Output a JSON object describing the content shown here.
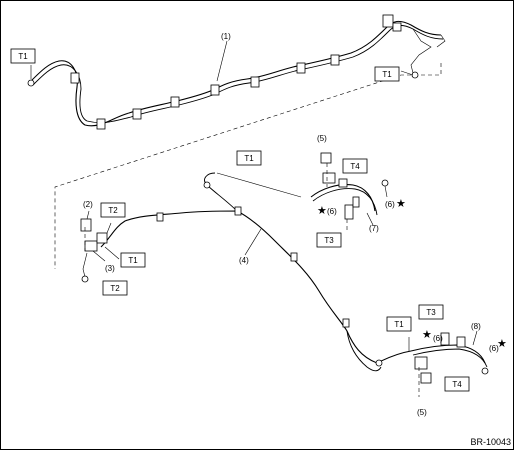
{
  "diagram": {
    "code": "BR-10043",
    "torque_tags": {
      "t1_top_left": "T1",
      "t1_top_right": "T1",
      "t1_mid_top": "T1",
      "t2_left": "T2",
      "t1_left": "T1",
      "t2_bottom_left": "T2",
      "t4_upper": "T4",
      "t3_upper": "T3",
      "t1_lower": "T1",
      "t3_lower": "T3",
      "t4_lower": "T4"
    },
    "part_labels": {
      "p1": "(1)",
      "p2": "(2)",
      "p3": "(3)",
      "p4": "(4)",
      "p5_upper": "(5)",
      "p6_upper": "(6)",
      "p6_upper_left": "(6)",
      "p7": "(7)",
      "p5_lower": "(5)",
      "p6_lower_a": "(6)",
      "p6_lower_b": "(6)",
      "p8": "(8)"
    },
    "star_symbol": "★"
  }
}
